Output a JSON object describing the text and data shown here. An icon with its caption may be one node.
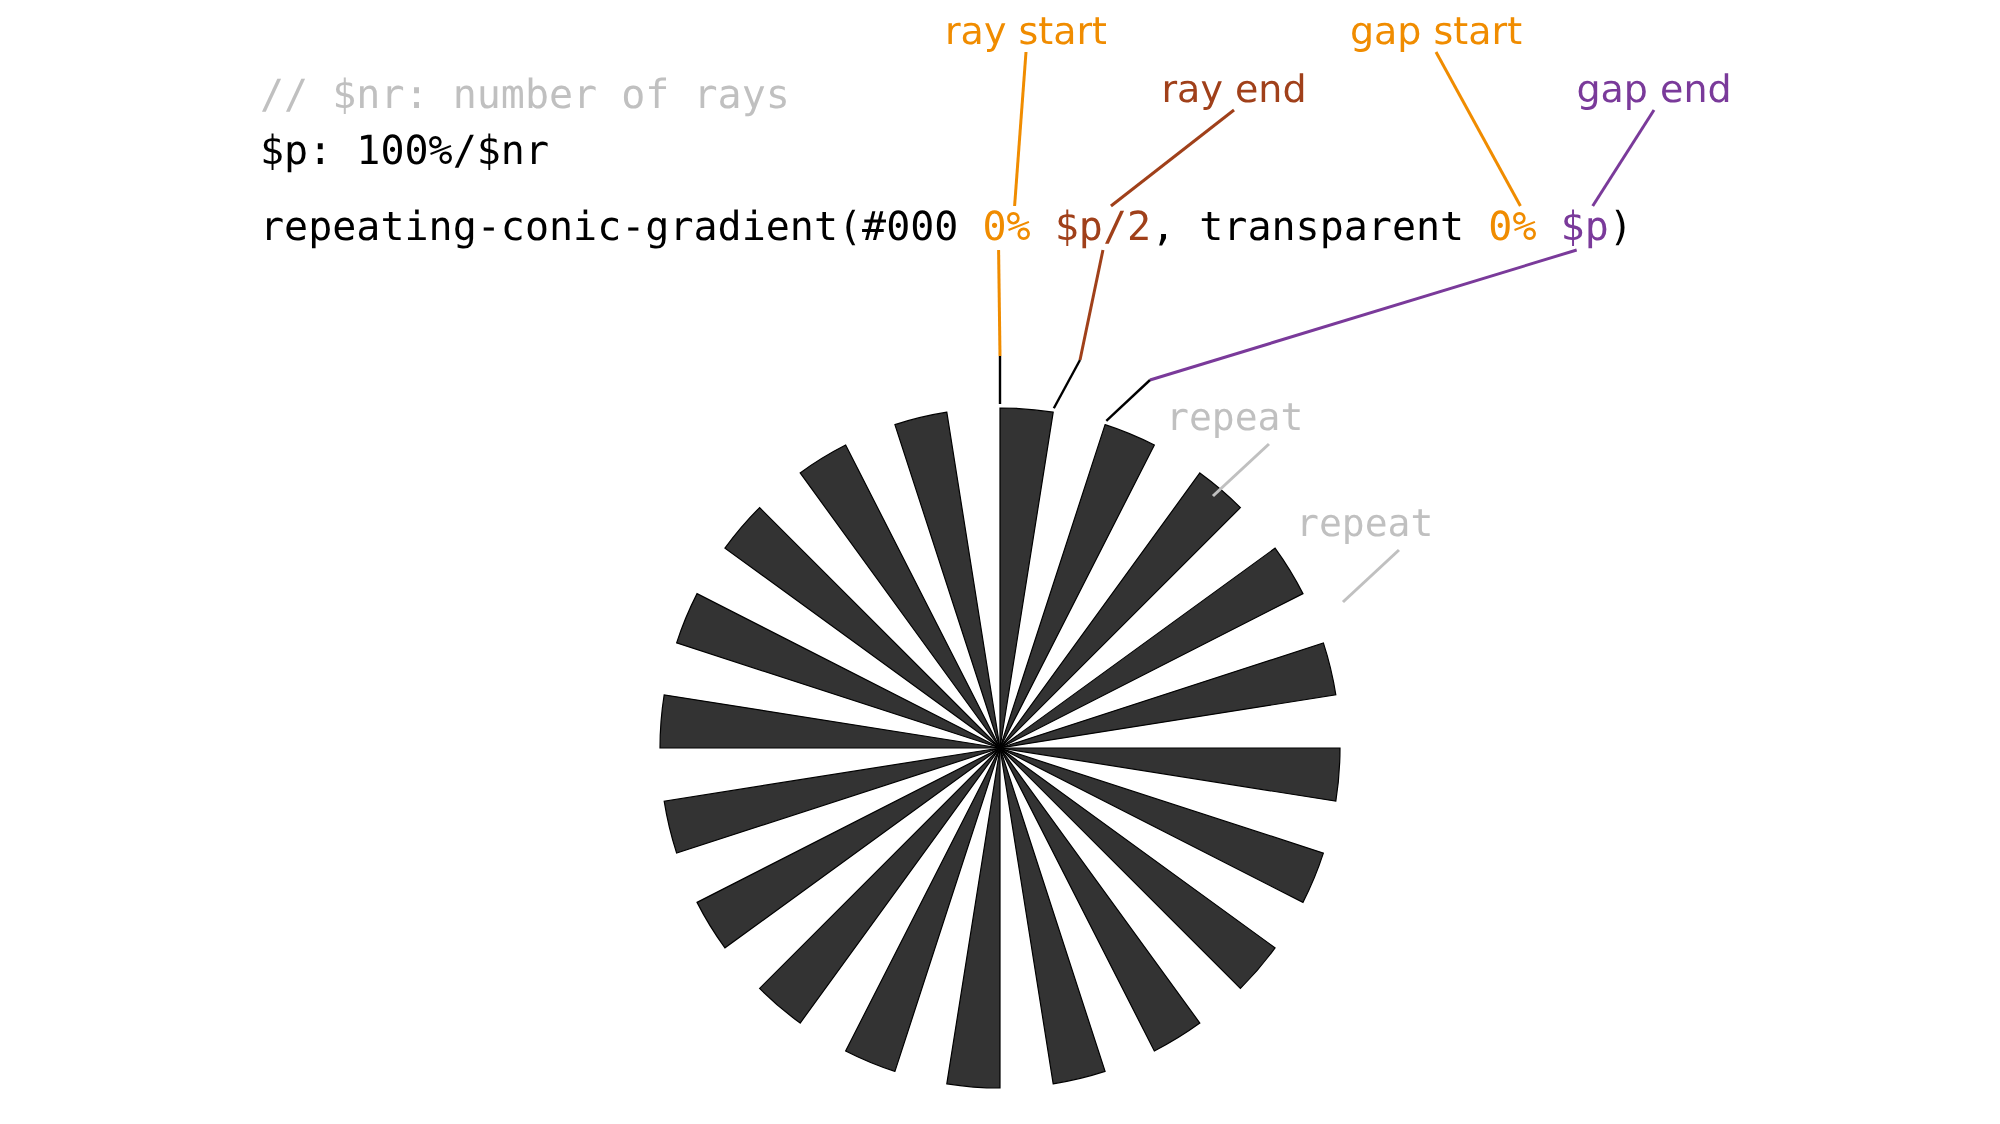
{
  "diagram": {
    "nodes": [
      {
        "text": [
          "ray start"
        ]
      },
      {
        "text": [
          "ray end"
        ]
      },
      {
        "text": [
          "gap start"
        ]
      },
      {
        "text": [
          "gap end"
        ]
      },
      {
        "text": [
          "0%"
        ]
      },
      {
        "text": [
          "$p/2"
        ]
      },
      {
        "text": [
          "0%"
        ]
      },
      {
        "text": [
          "$p"
        ]
      },
      {
        "text": [
          "repeat"
        ]
      },
      {
        "text": [
          "repeat"
        ]
      }
    ],
    "edges": [
      {
        "from": 0,
        "to": 4,
        "arrow": "none",
        "color": "#f08c00"
      },
      {
        "from": 1,
        "to": 5,
        "arrow": "none",
        "color": "#a0401a"
      },
      {
        "from": 2,
        "to": 6,
        "arrow": "none",
        "color": "#f08c00"
      },
      {
        "from": 3,
        "to": 7,
        "arrow": "none",
        "color": "#7a3a9a"
      },
      {
        "from": 4,
        "to": null,
        "arrow": "none",
        "color": "#f08c00"
      },
      {
        "from": 5,
        "to": null,
        "arrow": "none",
        "color": "#a0401a"
      },
      {
        "from": 7,
        "to": null,
        "arrow": "none",
        "color": "#7a3a9a"
      },
      {
        "from": 8,
        "to": null,
        "arrow": "none",
        "color": "#c0c0c0"
      },
      {
        "from": 9,
        "to": null,
        "arrow": "none",
        "color": "#c0c0c0"
      }
    ],
    "labels": [
      "// $nr: number of rays",
      "$p: 100%/$nr",
      "repeating-conic-gradient(#000",
      ", transparent",
      ")"
    ]
  }
}
